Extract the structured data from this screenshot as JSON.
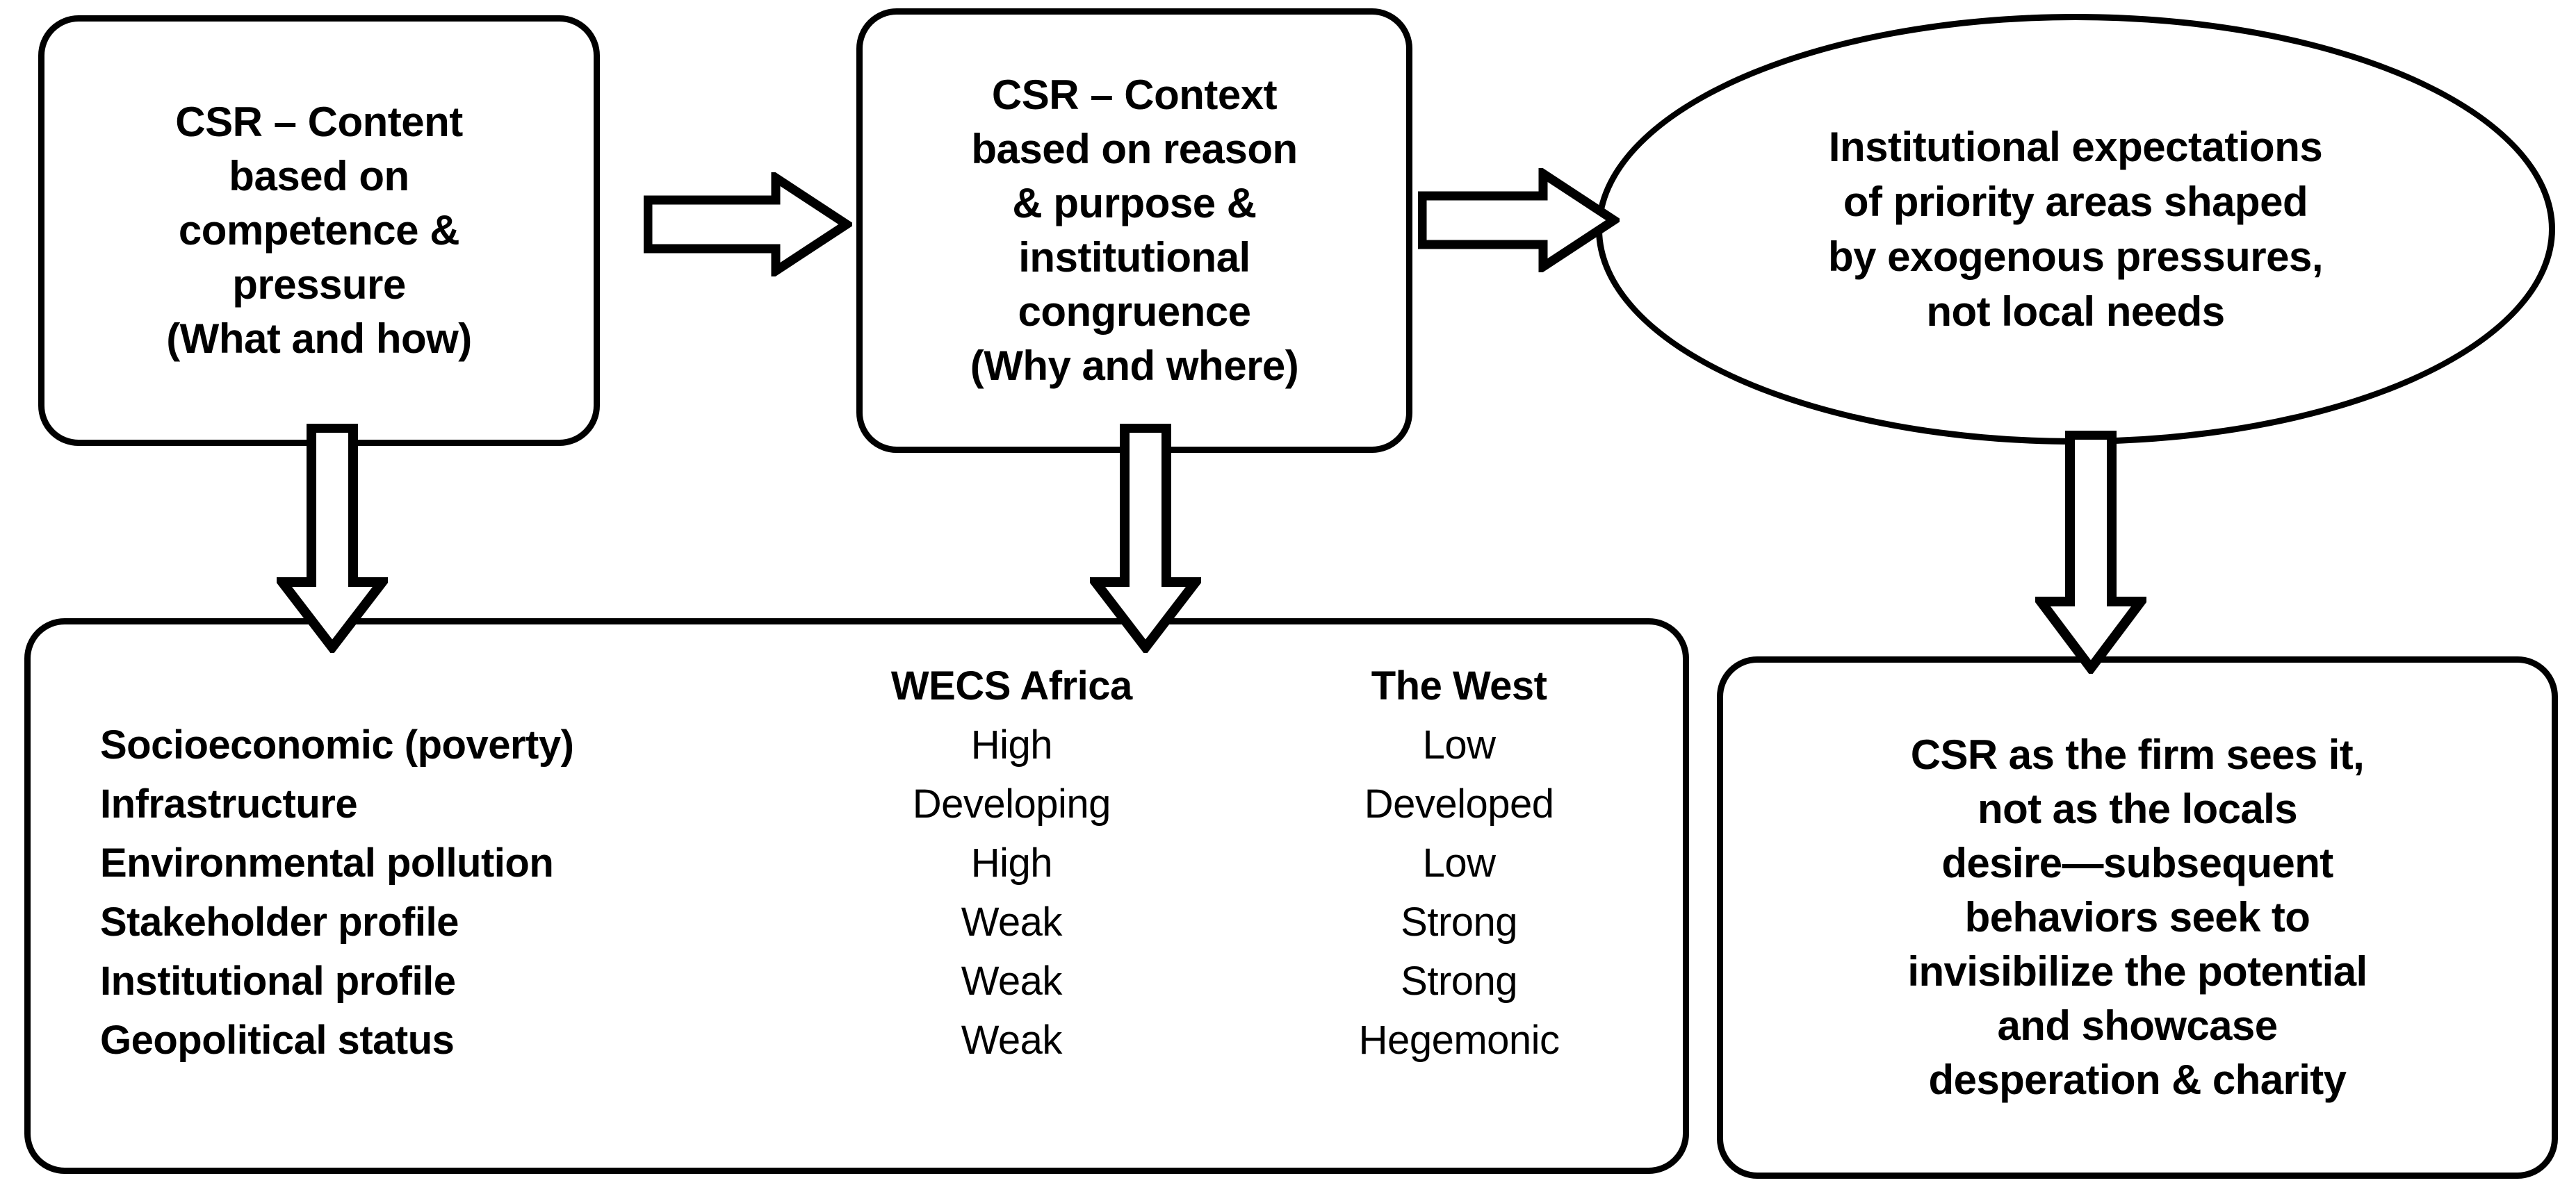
{
  "diagram": {
    "title": "CSR content, context and institutional expectations framework",
    "stroke_color": "#000000",
    "fill_color": "#ffffff"
  },
  "nodes": {
    "csr_content": {
      "shape": "rounded-rectangle",
      "lines": [
        "CSR – Content",
        "based on",
        "competence &",
        "pressure",
        "(What and how)"
      ]
    },
    "csr_context": {
      "shape": "rounded-rectangle",
      "lines": [
        "CSR – Context",
        "based on reason",
        "& purpose &",
        "institutional",
        "congruence",
        "(Why and where)"
      ]
    },
    "institutional_expectations": {
      "shape": "ellipse",
      "lines": [
        "Institutional expectations",
        "of priority areas shaped",
        "by exogenous pressures,",
        "not local needs"
      ]
    },
    "csr_outcome": {
      "shape": "rounded-rectangle",
      "lines": [
        "CSR as the firm sees it,",
        "not as the locals",
        "desire—subsequent",
        "behaviors seek to",
        "invisibilize the potential",
        "and showcase",
        "desperation & charity"
      ]
    }
  },
  "comparison_table": {
    "columns": [
      "",
      "WECS Africa",
      "The West"
    ],
    "rows": [
      {
        "label": "Socioeconomic (poverty)",
        "wecs_africa": "High",
        "the_west": "Low"
      },
      {
        "label": "Infrastructure",
        "wecs_africa": "Developing",
        "the_west": "Developed"
      },
      {
        "label": "Environmental pollution",
        "wecs_africa": "High",
        "the_west": "Low"
      },
      {
        "label": "Stakeholder profile",
        "wecs_africa": "Weak",
        "the_west": "Strong"
      },
      {
        "label": "Institutional profile",
        "wecs_africa": "Weak",
        "the_west": "Strong"
      },
      {
        "label": "Geopolitical status",
        "wecs_africa": "Weak",
        "the_west": "Hegemonic"
      }
    ]
  },
  "connectors": [
    {
      "id": "content-to-context",
      "direction": "right",
      "style": "hollow-block-arrow"
    },
    {
      "id": "context-to-expectations",
      "direction": "right",
      "style": "hollow-block-arrow"
    },
    {
      "id": "content-to-comparison",
      "direction": "down",
      "style": "hollow-block-arrow"
    },
    {
      "id": "context-to-comparison",
      "direction": "down",
      "style": "hollow-block-arrow"
    },
    {
      "id": "expectations-to-outcome",
      "direction": "down",
      "style": "hollow-block-arrow"
    }
  ]
}
